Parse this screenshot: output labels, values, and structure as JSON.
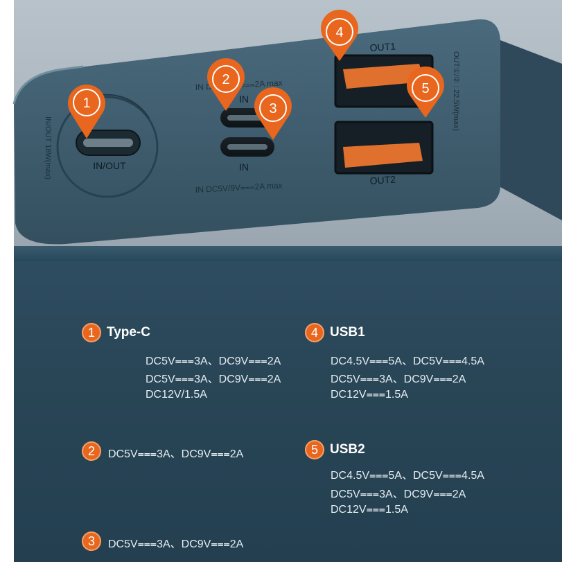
{
  "device": {
    "typec_inout_label": "IN/OUT",
    "side_left_label": "IN/OUT 18W(max)",
    "in_top_label": "IN",
    "in_top_spec": "IN DC5V/9V⩶2A max",
    "in_bottom_label": "IN",
    "in_bottom_spec": "IN DC5V/9V⩶2A max",
    "out1_label": "OUT1",
    "out2_label": "OUT2",
    "side_right_label": "OUT①/② : 22.5W(max)"
  },
  "markers": [
    "1",
    "2",
    "3",
    "4",
    "5"
  ],
  "specs": {
    "typec": {
      "num": "1",
      "title": "Type-C",
      "lines": [
        "DC5V⩶3A、DC9V⩶2A",
        "DC5V⩶3A、DC9V⩶2A",
        "DC12V/1.5A"
      ]
    },
    "usb1": {
      "num": "4",
      "title": "USB1",
      "lines": [
        "DC4.5V⩶5A、DC5V⩶4.5A",
        "DC5V⩶3A、DC9V⩶2A",
        "DC12V⩶1.5A"
      ]
    },
    "in2": {
      "num": "2",
      "line": "DC5V⩶3A、DC9V⩶2A"
    },
    "usb2": {
      "num": "5",
      "title": "USB2",
      "lines": [
        "DC4.5V⩶5A、DC5V⩶4.5A",
        "DC5V⩶3A、DC9V⩶2A",
        "DC12V⩶1.5A"
      ]
    },
    "in3": {
      "num": "3",
      "line": "DC5V⩶3A、DC9V⩶2A"
    }
  },
  "colors": {
    "accent": "#e8661d",
    "panel": "#2a4759",
    "device_body": "#3d5b6d",
    "port_orange": "#e0702d"
  }
}
